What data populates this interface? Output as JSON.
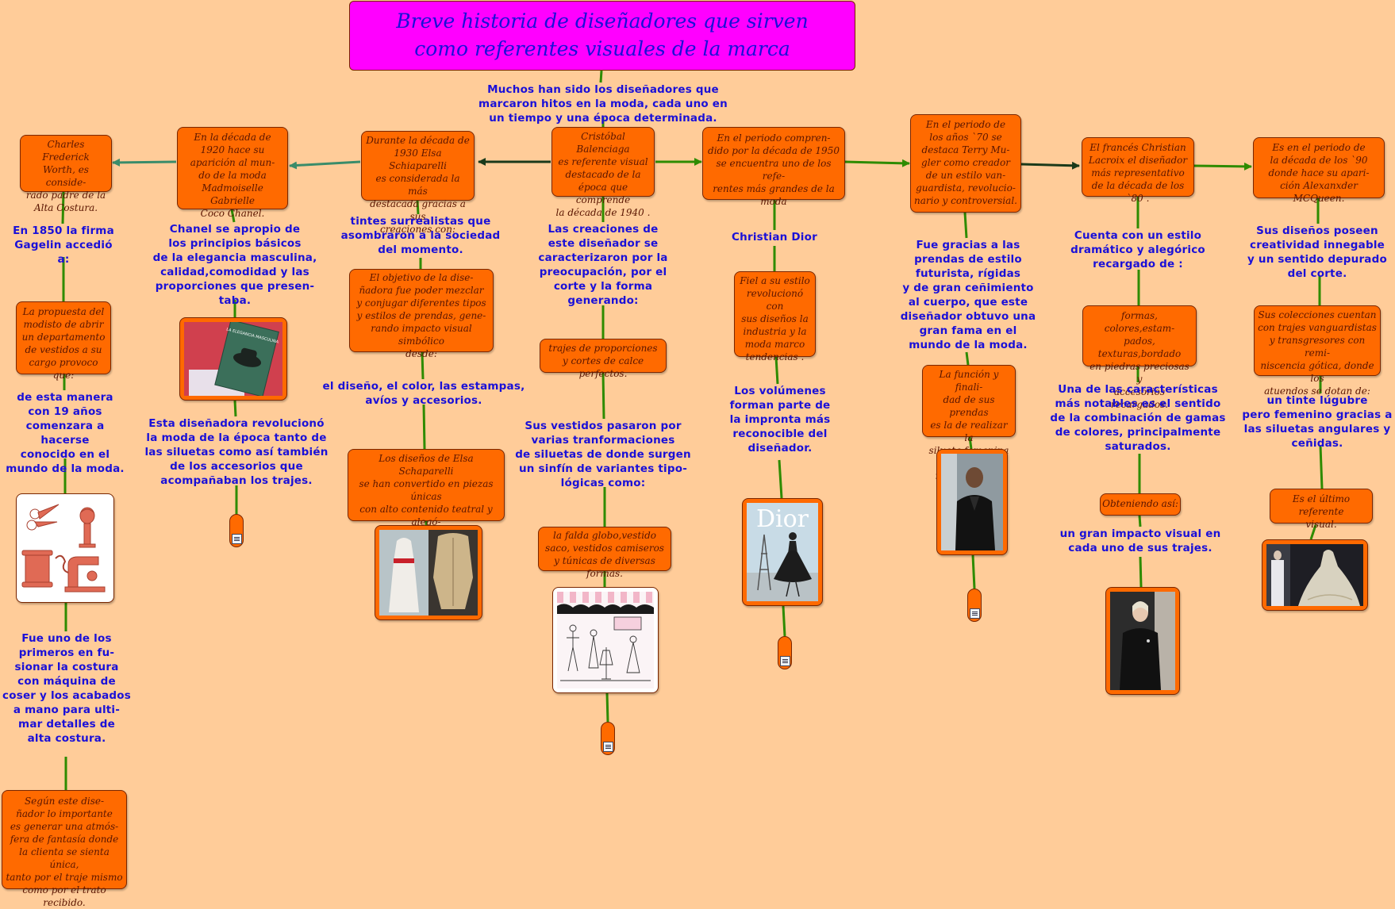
{
  "title": "Breve historia de diseñadores que sirven\ncomo referentes visuales de la marca",
  "intro": "Muchos han sido los diseñadores  que\nmarcaron hitos en la moda, cada uno en\nun tiempo y una época determinada.",
  "colors": {
    "background": "#ffcc99",
    "node": "#ff6a00",
    "title": "#ff00ff",
    "label_text": "#1a10d8",
    "connector": "#2e8b00"
  },
  "worth": {
    "node": "Charles Frederick\nWorth, es conside-\nrado padre de la\nAlta Costura.",
    "label1": "En 1850 la firma\nGagelin accedió\na:",
    "node2": "La propuesta del\nmodisto de abrir\nun departamento\nde vestidos a su\ncargo provoco que:",
    "label2": "de esta manera\ncon 19 años\ncomenzara a hacerse\nconocido en el\nmundo de la moda.",
    "image_icon": "sewing-tools-illustration",
    "label3": "Fue uno de los\nprimeros en fu-\nsionar la costura\ncon máquina de\ncoser y los acabados\na mano para ulti-\nmar detalles de\nalta costura.",
    "node3": "Según este dise-\nñador lo importante\nes generar una atmós-\nfera de fantasía donde\nla clienta se sienta única,\ntanto por el traje  mismo\ncomo por el trato recibido."
  },
  "chanel": {
    "node": "En la década de\n1920 hace su\naparición al mun-\ndo de la moda\nMadmoiselle Gabrielle\nCoco Chanel.",
    "label1": "Chanel se apropio de\nlos principios básicos\nde la elegancia masculina,\ncalidad,comodidad y las\nproporciones que presen-\ntaba.",
    "book_text": "LA ELEGANCIA MASCULINA",
    "label2": "Esta diseñadora revolucionó\nla moda de la época tanto de\nlas siluetas como así también\nde los accesorios que\nacompañaban los trajes."
  },
  "schiaparelli": {
    "node": "Durante la década de\n1930 Elsa Schiaparelli\nes considerada la más\ndestacada gracias a sus\ncreaciones con:",
    "label1": "tintes surrealistas que\nasombraron a la sociedad\ndel momento.",
    "node2": "El objetivo de la dise-\nñadora fue poder mezclar\ny conjugar diferentes tipos\ny estilos de prendas, gene-\nrando impacto visual simbólico\ndesde:",
    "label2": "el diseño, el color, las estampas,\navíos y accesorios.",
    "node3": "Los diseños de Elsa Schaparelli\nse han convertido en piezas únicas\ncon alto contenido teatral y alegó-\nrico.",
    "image_icon": "garments-photo"
  },
  "balenciaga": {
    "node": "Cristóbal Balenciaga\nes referente  visual\ndestacado de la\népoca que comprende\nla década de 1940 .",
    "label1": "Las creaciones de\neste diseñador se\ncaracterizaron por la\npreocupación, por el\ncorte y la forma\ngenerando:",
    "node2": "trajes de proporciones\ny cortes de calce perfectos.",
    "label2": "Sus vestidos pasaron por\nvarias tranformaciones\nde siluetas de donde surgen\nun sinfín de variantes tipo-\nlógicas como:",
    "node3": "la falda globo,vestido\nsaco, vestidos camiseros\ny túnicas de diversas formas.",
    "image_icon": "boutique-sketch-illustration"
  },
  "dior": {
    "node": "En el periodo compren-\ndido por la década de 1950\nse encuentra uno de los refe-\nrentes más grandes de la moda",
    "label1": "Christian Dior",
    "node2": "Fiel a su estilo\nrevolucionó con\nsus diseños la\nindustria y la\nmoda marco\ntendencias .",
    "label2": "Los volúmenes\nforman parte de\nla impronta más\nreconocible del\ndiseñador.",
    "poster_text": "Dior"
  },
  "mugler": {
    "node": "En el periodo de\nlos años `70 se\ndestaca Terry Mu-\ngler como creador\nde un estilo van-\nguardista, revolucio-\nnario y controversial.",
    "label1": "Fue gracias a las\nprendas de estilo\nfuturista, rígidas\ny de gran ceñimiento\nal cuerpo, que este\ndiseñador obtuvo una\ngran fama en el\nmundo de la moda.",
    "node2": "La función y finali-\ndad de sus prendas\nes la de realizar la\nsilueta femenina al\nmáximo nivel.",
    "image_icon": "designer-portrait-photo"
  },
  "lacroix": {
    "node": "El francés Christian\nLacroix el diseñador\nmás representativo\nde la década de los `80 .",
    "label1": "Cuenta con un estilo\ndramático y alegórico\nrecargado de :",
    "node2": "formas, colores,estam-\npados, texturas,bordado\nen piedras preciosas  y\naccesorios recargados.",
    "label2": "Una de las características\nmás notables es el sentido\nde la combinación de gamas\nde colores, principalmente\nsaturados.",
    "node3": "Obteniendo así:",
    "label3": "un gran impacto visual en\ncada uno de sus trajes.",
    "image_icon": "runway-designer-photo"
  },
  "mcqueen": {
    "node": "Es en el periodo de\nla década de los `90\ndonde hace su apari-\nción Alexanxder MCQueen.",
    "label1": "Sus diseños poseen\ncreatividad innegable\ny un sentido depurado\ndel corte.",
    "node2": "Sus colecciones cuentan\ncon trajes vanguardistas\ny transgresores con remi-\nniscencia gótica, donde los\natuendos se dotan de:",
    "label2": "un tinte lúgubre\npero femenino gracias a\nlas siluetas angulares y\nceñidas.",
    "node3": "Es el último referente\nvisual.",
    "image_icon": "runway-gown-photo"
  }
}
